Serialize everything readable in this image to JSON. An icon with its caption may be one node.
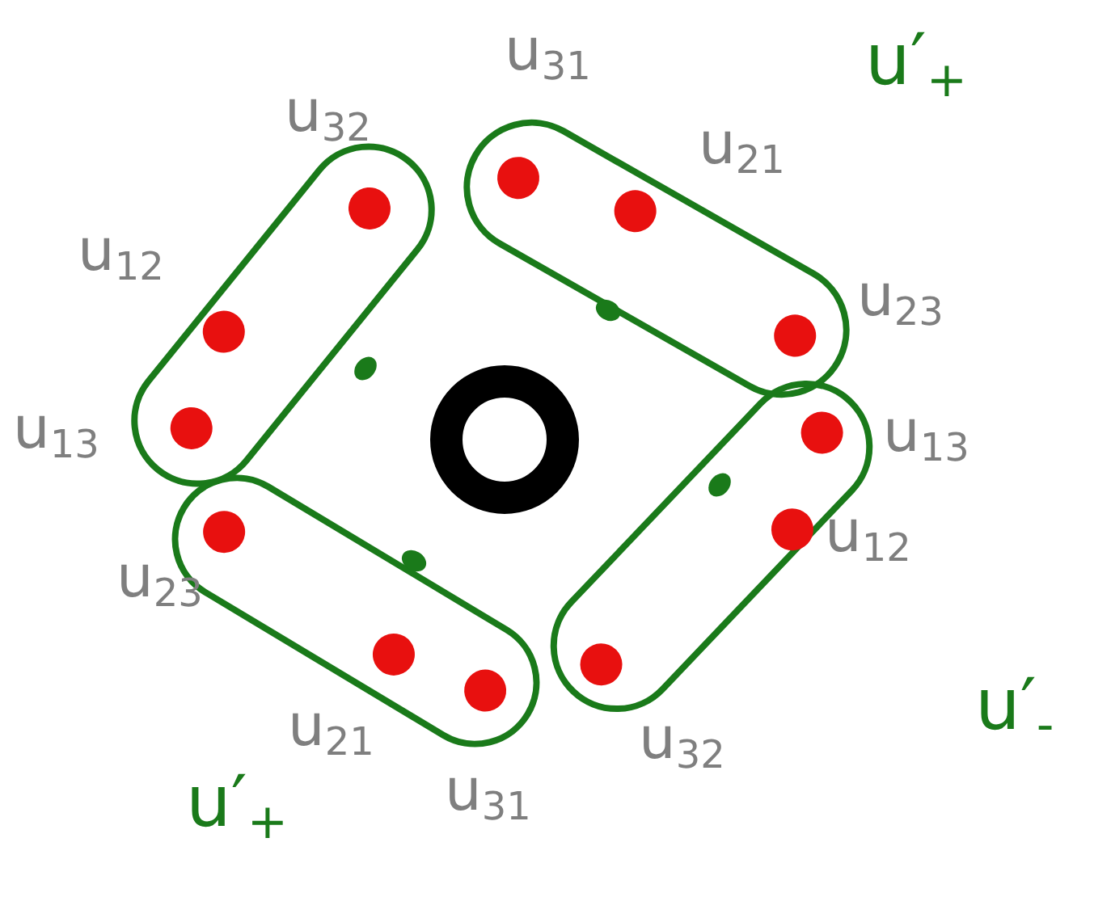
{
  "diagram": {
    "nodes": [
      {
        "text": [],
        "shape": "loop"
      },
      {
        "text": [],
        "shape": "circle",
        "in": 0,
        "beside": [
          "u$_{32}$"
        ]
      },
      {
        "text": [],
        "shape": "circle",
        "in": 0,
        "beside": [
          "u$_{12}$"
        ]
      },
      {
        "text": [],
        "shape": "circle",
        "in": 0,
        "beside": [
          "u$_{13}$"
        ]
      },
      {
        "text": [],
        "shape": "loop"
      },
      {
        "text": [],
        "shape": "circle",
        "in": 4,
        "beside": [
          "u$_{31}$"
        ]
      },
      {
        "text": [],
        "shape": "circle",
        "in": 4,
        "beside": [
          "u$_{21}$"
        ]
      },
      {
        "text": [],
        "shape": "circle",
        "in": 4,
        "beside": [
          "u$_{23}$"
        ]
      },
      {
        "text": [],
        "shape": "circle"
      },
      {
        "text": [],
        "shape": "loop"
      },
      {
        "text": [],
        "shape": "circle",
        "in": 9,
        "beside": [
          "u$_{13}$"
        ]
      },
      {
        "text": [],
        "shape": "circle",
        "in": 9,
        "beside": [
          "u$_{12}$"
        ]
      },
      {
        "text": [],
        "shape": "circle",
        "in": 9,
        "beside": [
          "u$_{32}$"
        ]
      },
      {
        "text": [],
        "shape": "loop"
      },
      {
        "text": [],
        "shape": "circle",
        "in": 13,
        "beside": [
          "u$_{23}$"
        ]
      },
      {
        "text": [],
        "shape": "circle",
        "in": 13,
        "beside": [
          "u$_{21}$"
        ]
      },
      {
        "text": [],
        "shape": "circle",
        "in": 13,
        "beside": [
          "u$_{31}$"
        ]
      }
    ],
    "labels": [
      "u′$_{+}$",
      "u′$_{-}$",
      "u′$_{+}$"
    ]
  }
}
